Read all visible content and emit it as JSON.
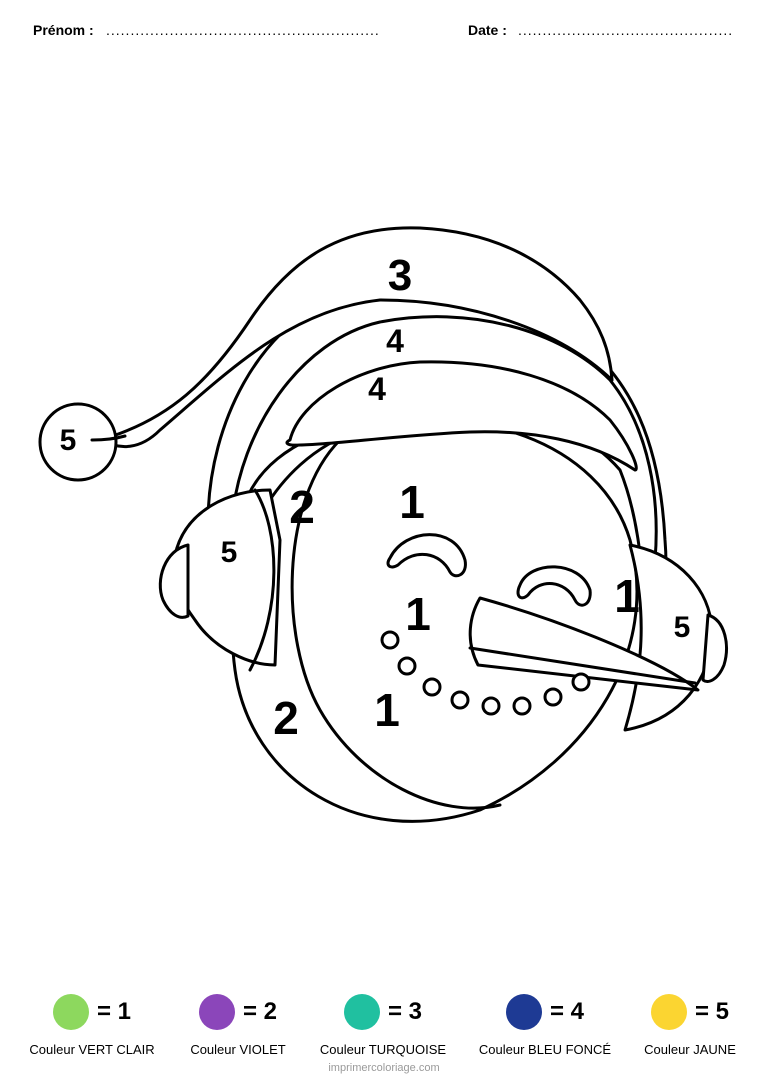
{
  "header": {
    "name_label": "Prénom :",
    "name_dots": "........................................................",
    "date_label": "Date :",
    "date_dots": "............................................"
  },
  "drawing": {
    "pompom": "5",
    "hat_top": "3",
    "hat_band_upper": "4",
    "hat_band_lower": "4",
    "earmuff_left": "5",
    "earmuff_right": "5",
    "face_left_upper": "2",
    "face_left_lower": "2",
    "face_upper": "1",
    "face_middle": "1",
    "face_lower": "1",
    "face_right": "1"
  },
  "legend": {
    "items": [
      {
        "color": "#8dd85e",
        "value": "= 1",
        "label": "Couleur VERT CLAIR"
      },
      {
        "color": "#8b46ba",
        "value": "= 2",
        "label": "Couleur VIOLET"
      },
      {
        "color": "#20c0a0",
        "value": "= 3",
        "label": "Couleur TURQUOISE"
      },
      {
        "color": "#1e3a94",
        "value": "= 4",
        "label": "Couleur BLEU FONCÉ"
      },
      {
        "color": "#fbd531",
        "value": "= 5",
        "label": "Couleur JAUNE"
      }
    ]
  },
  "footer": {
    "credit": "imprimercoloriage.com"
  }
}
